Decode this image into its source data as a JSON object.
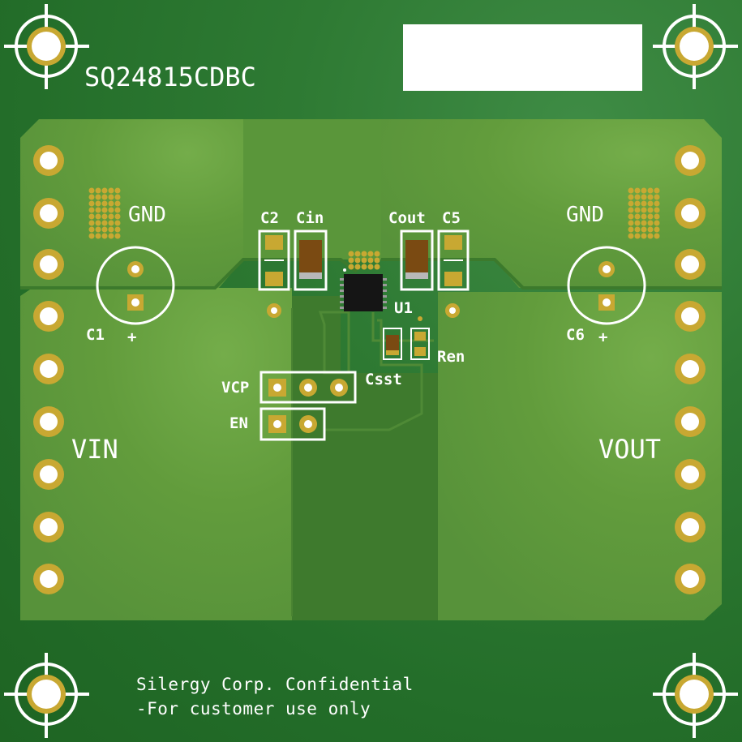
{
  "board": {
    "title": "SQ24815CDBC",
    "notice_line1": "Silergy Corp. Confidential",
    "notice_line2": "-For customer use only"
  },
  "labels": {
    "gnd_left": "GND",
    "gnd_right": "GND",
    "vin": "VIN",
    "vout": "VOUT",
    "c1": "C1",
    "c1_plus": "+",
    "c6": "C6",
    "c6_plus": "+",
    "c2": "C2",
    "cin": "Cin",
    "cout": "Cout",
    "c5": "C5",
    "u1": "U1",
    "ren": "Ren",
    "csst": "Csst",
    "vcp": "VCP",
    "en": "EN"
  },
  "colors": {
    "board_green": "#2a7530",
    "copper_pour": "#5e9a3a",
    "pad_gold": "#c8a832",
    "silkscreen": "#ffffff"
  }
}
